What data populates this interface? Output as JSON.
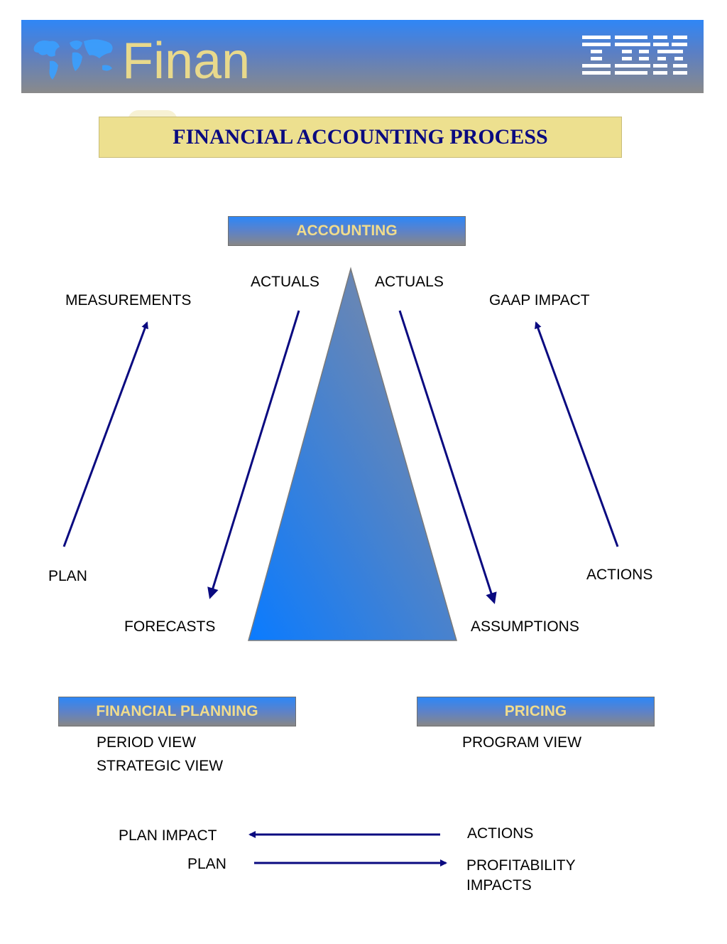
{
  "header": {
    "title": "Finan",
    "logo_text": "IBM",
    "globe_icon": "world-map-icon"
  },
  "banner": {
    "title": "FINANCIAL ACCOUNTING PROCESS"
  },
  "boxes": {
    "accounting": "ACCOUNTING",
    "financial_planning": "FINANCIAL PLANNING",
    "pricing": "PRICING"
  },
  "labels": {
    "actuals_left": "ACTUALS",
    "actuals_right": "ACTUALS",
    "measurements": "MEASUREMENTS",
    "gaap_impact": "GAAP IMPACT",
    "plan_left": "PLAN",
    "actions_right": "ACTIONS",
    "forecasts": "FORECASTS",
    "assumptions": "ASSUMPTIONS"
  },
  "views": {
    "period_view": "PERIOD VIEW",
    "strategic_view": "STRATEGIC VIEW",
    "program_view": "PROGRAM VIEW"
  },
  "flows": {
    "plan_impact": "PLAN IMPACT",
    "plan": "PLAN",
    "actions": "ACTIONS",
    "profitability_line1": "PROFITABILITY",
    "profitability_line2": "IMPACTS"
  },
  "colors": {
    "arrow": "#0a0a80",
    "box_text": "#f0dc8c",
    "banner_bg": "#ede08f",
    "banner_text": "#0a0a80"
  }
}
